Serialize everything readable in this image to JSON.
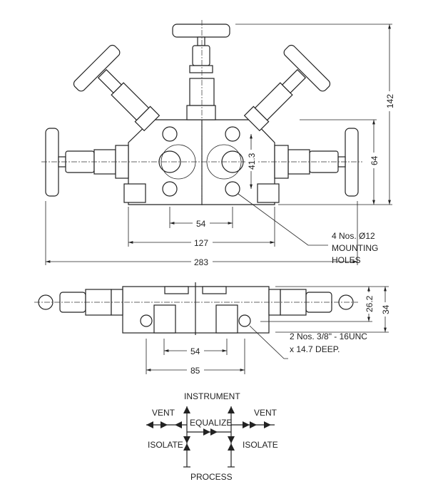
{
  "front_view": {
    "dimensions": {
      "overall_height": "142",
      "block_height": "64",
      "hole_vertical": "41.3",
      "hole_spacing": "54",
      "block_width": "127",
      "overall_width": "283"
    },
    "callout": [
      "4 Nos. Ø12",
      "MOUNTING",
      "HOLES"
    ]
  },
  "bottom_view": {
    "dimensions": {
      "port_height": "26.2",
      "block_depth": "34",
      "port_spacing": "54",
      "tap_spacing": "85"
    },
    "callout": [
      "2 Nos. 3/8\" - 16UNC",
      "x 14.7 DEEP."
    ]
  },
  "schematic": {
    "instrument": "INSTRUMENT",
    "process": "PROCESS",
    "vent_left": "VENT",
    "vent_right": "VENT",
    "equalize": "EQUALIZE",
    "isolate_left": "ISOLATE",
    "isolate_right": "ISOLATE"
  }
}
